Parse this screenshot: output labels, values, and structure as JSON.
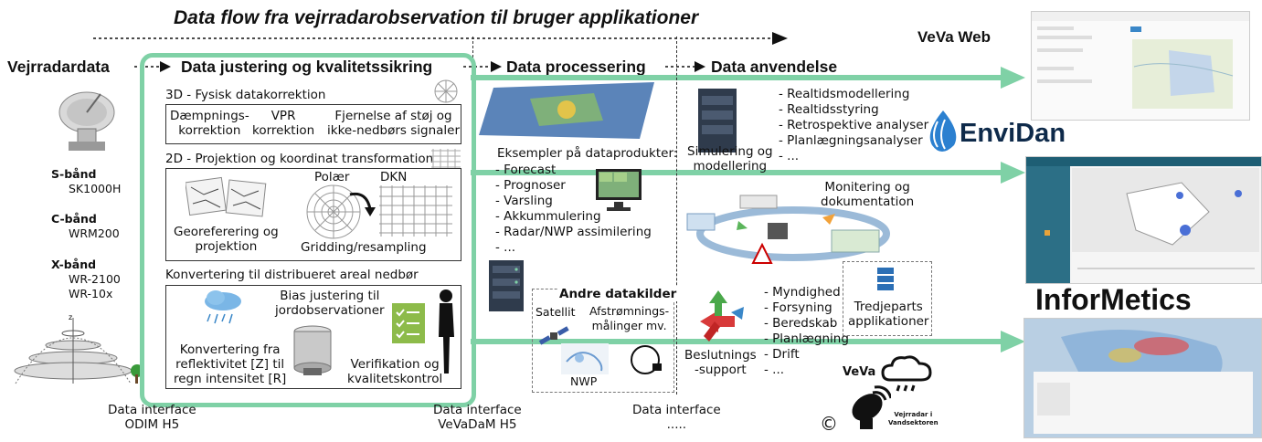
{
  "diagram": {
    "title": "Data flow fra vejrradarobservation til bruger applikationer",
    "sections": {
      "radar_data": "Vejrradardata",
      "adjustment": "Data justering og kvalitetssikring",
      "processing": "Data processering",
      "usage": "Data anvendelse"
    },
    "radar_types": [
      {
        "band": "S-bånd",
        "models": [
          "SK1000H"
        ]
      },
      {
        "band": "C-bånd",
        "models": [
          "WRM200"
        ]
      },
      {
        "band": "X-bånd",
        "models": [
          "WR-2100",
          "WR-10x"
        ]
      }
    ],
    "panel_3d": {
      "title": "3D - Fysisk datakorrektion",
      "items": [
        "Dæmpnings-\nkorrektion",
        "VPR\nkorrektion",
        "Fjernelse af støj og\nikke-nedbørs signaler"
      ]
    },
    "panel_2d": {
      "title": "2D - Projektion og koordinat transformation",
      "polar": "Polær",
      "dkn": "DKN",
      "georef": "Georeferering og\nprojektion",
      "gridding": "Gridding/resampling"
    },
    "panel_conv": {
      "title": "Konvertering til distribueret areal nedbør",
      "bias": "Bias justering til\njordobservationer",
      "conversion": "Konvertering fra\nreflektivitet [Z] til\nregn intensitet [R]",
      "verification": "Verifikation og\nkvalitetskontrol"
    },
    "products": {
      "heading": "Eksempler på dataprodukter:",
      "items": [
        "- Forecast",
        "- Prognoser",
        "- Varsling",
        "- Akkummulering",
        "- Radar/NWP assimilering",
        "- ..."
      ]
    },
    "other_sources": {
      "heading": "Andre datakilder",
      "satellite": "Satellit",
      "runoff": "Afstrømnings-\nmålinger mv.",
      "nwp": "NWP"
    },
    "simulation": {
      "label": "Simulering og\nmodellering",
      "items": [
        "- Realtidsmodellering",
        "- Realtidsstyring",
        "- Retrospektive analyser",
        "- Planlægningsanalyser",
        "- ..."
      ]
    },
    "monitoring": "Monitering og\ndokumentation",
    "decision": {
      "label": "Beslutnings\n-support",
      "items": [
        "- Myndighed",
        "- Forsyning",
        "- Beredskab",
        "- Planlægning",
        "- Drift",
        "- ..."
      ]
    },
    "third_party": "Tredjeparts\napplikationer",
    "interfaces": [
      "Data interface\nODIM H5",
      "Data interface\nVeVaDaM H5",
      "Data interface\n....."
    ],
    "apps": {
      "veva_web": "VeVa Web",
      "envidan": "EnviDan",
      "informetics": "InforMetics"
    },
    "veva_logo": {
      "name": "VeVa",
      "subtitle": "Vejrradar i\nVandsektoren",
      "copyright": "©"
    },
    "colors": {
      "green_accent": "#7fd1a6",
      "arrow_green": "#7fd1a6",
      "radar_blue": "#3a87c8",
      "dark_text": "#111111"
    }
  }
}
